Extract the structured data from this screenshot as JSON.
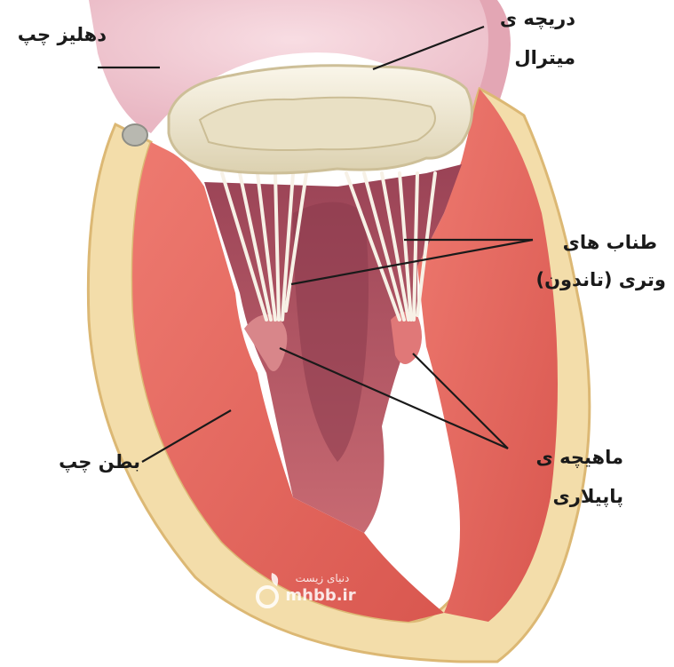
{
  "labels": {
    "left_atrium": "دهلیز چپ",
    "mitral_valve_line1": "دریچه ی",
    "mitral_valve_line2": "میترال",
    "chordae_line1": "طناب های",
    "chordae_line2": "وتری (تاندون)",
    "papillary_line1": "ماهیچه ی",
    "papillary_line2": "پاپیلاری",
    "left_ventricle": "بطن چپ"
  },
  "watermark": {
    "name": "دنیای زیست",
    "site": "mhbb.ir"
  },
  "colors": {
    "myocardium": "#e8675f",
    "myocardium_dark": "#c94c49",
    "cavity": "#b65563",
    "atrium": "#f1c9d2",
    "valve_ring": "#f1ead3",
    "chordae": "#f6f0e6",
    "epicardium": "#f2d9a0",
    "leader_line": "#1a1a1a"
  }
}
